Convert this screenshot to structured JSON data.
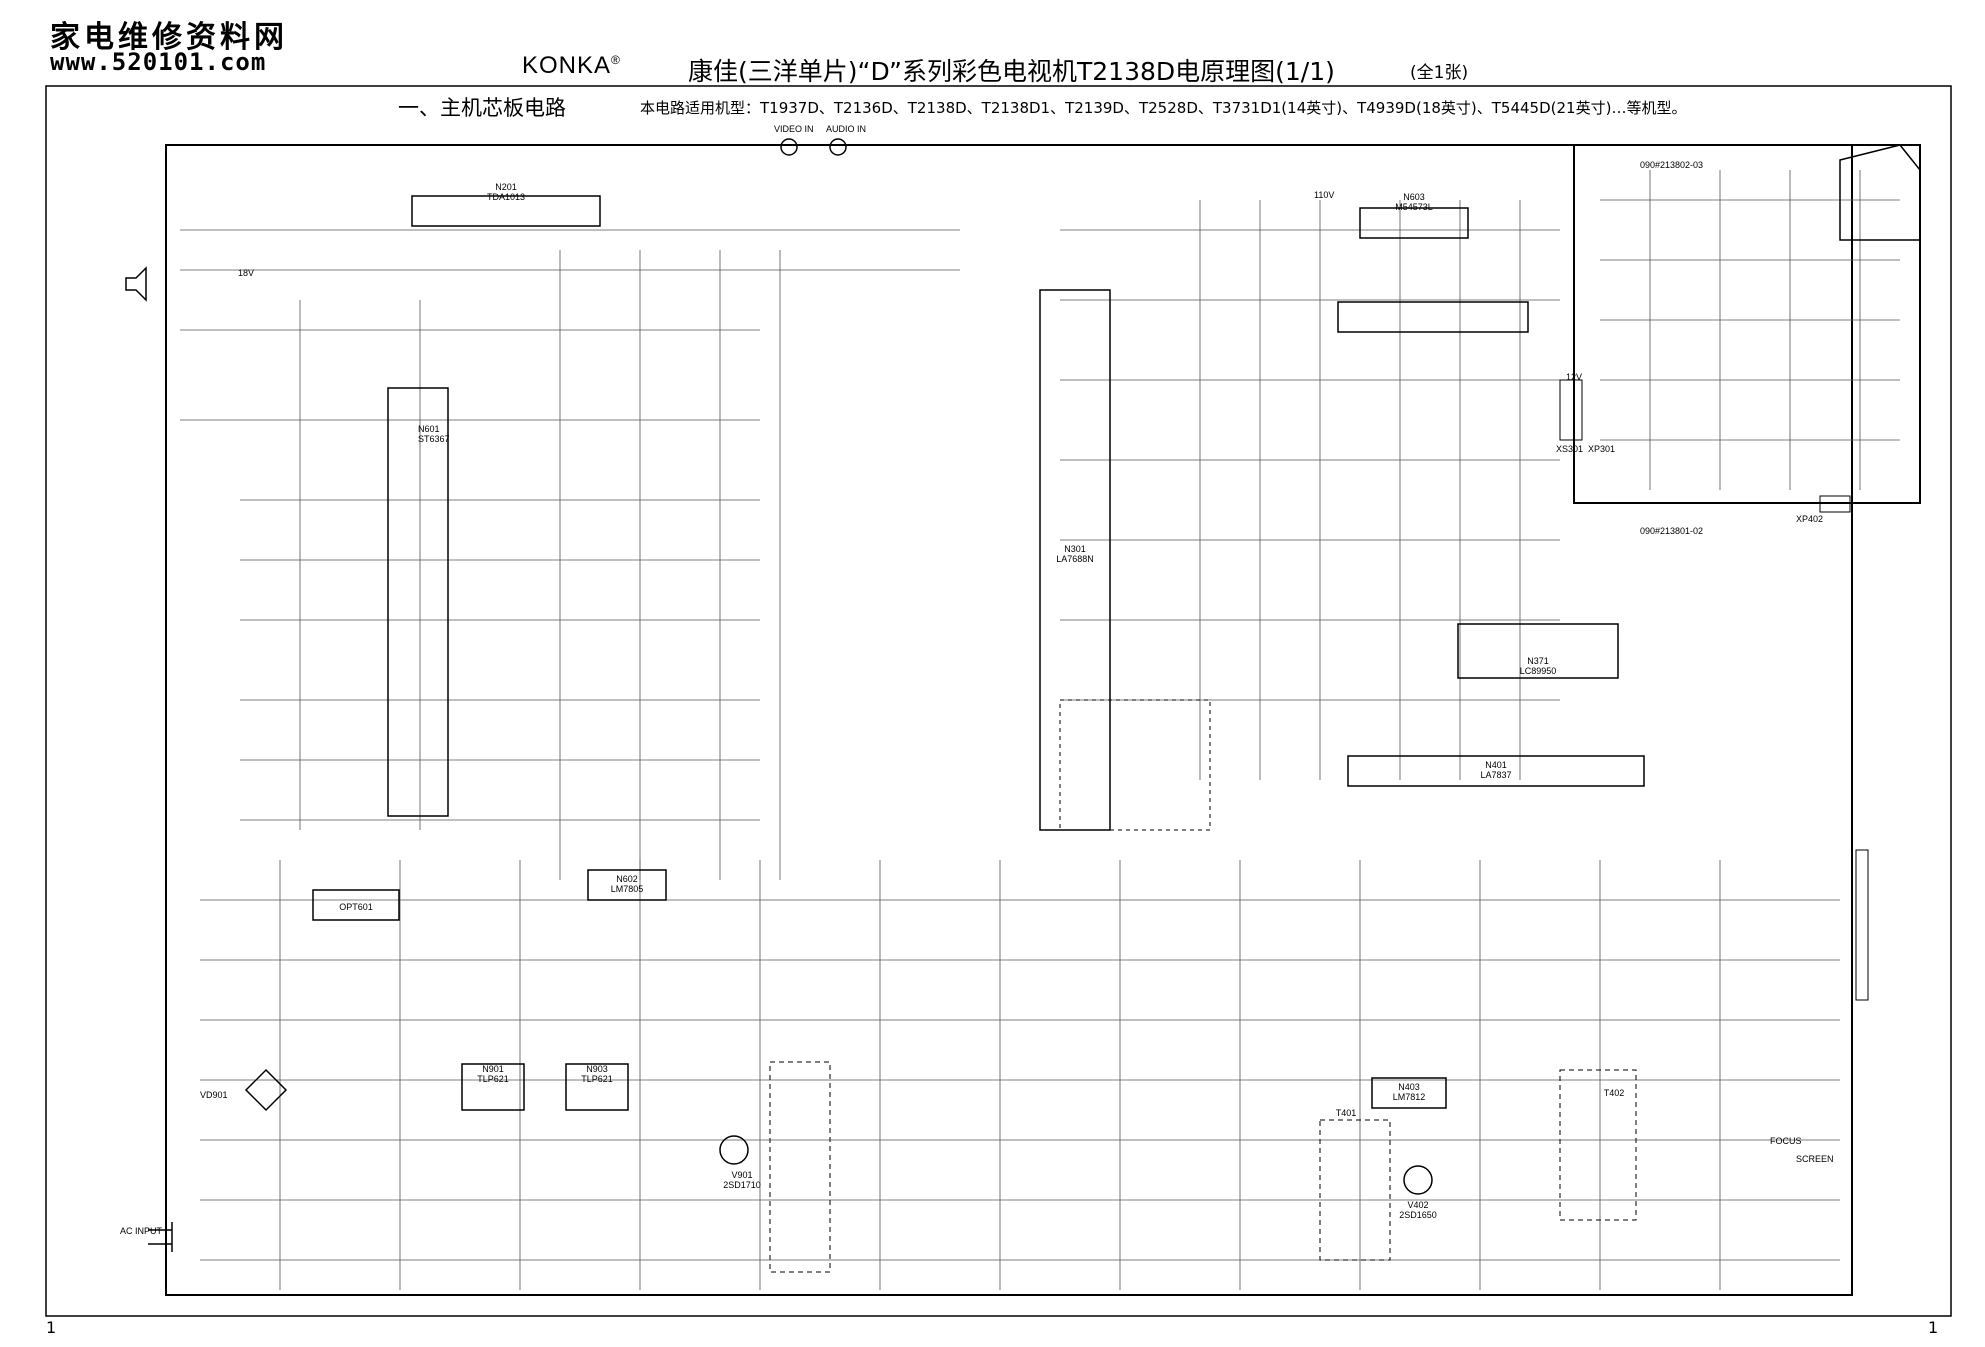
{
  "header": {
    "site_title": "家电维修资料网",
    "site_url": "www.520101.com",
    "brand": "KONKA",
    "brand_mark": "®",
    "main_title": "康佳(三洋单片)“D”系列彩色电视机T2138D电原理图(1/1)",
    "title_note": "(全1张)"
  },
  "section": {
    "title": "一、主机芯板电路",
    "models_note": "本电路适用机型：T1937D、T2136D、T2138D、T2138D1、T2139D、T2528D、T3731D1(14英寸)、T4939D(18英寸)、T5445D(21英寸)…等机型。"
  },
  "footer": {
    "page_left": "1",
    "page_right": "1"
  },
  "components": {
    "n201": {
      "ref": "N201",
      "part": "TDA1013"
    },
    "n601": {
      "ref": "N601",
      "part": "ST6367"
    },
    "n301": {
      "ref": "N301",
      "part": "LA7688N"
    },
    "n603": {
      "ref": "N603",
      "part": "M54573L"
    },
    "n371": {
      "ref": "N371",
      "part": "LC89950"
    },
    "n401": {
      "ref": "N401",
      "part": "LA7837"
    },
    "n602": {
      "ref": "N602",
      "part": "LM7805"
    },
    "n403": {
      "ref": "N403",
      "part": "LM7812"
    },
    "n901": {
      "ref": "N901",
      "part": "TLP621"
    },
    "n903": {
      "ref": "N903",
      "part": "TLP621"
    },
    "t401": {
      "ref": "T401"
    },
    "t402": {
      "ref": "T402"
    },
    "crt_board": {
      "ref": "090#213802-03"
    },
    "ctrl_board": {
      "ref": "090#213801-02"
    },
    "opt601": {
      "ref": "OPT601"
    },
    "v901": {
      "ref": "V901",
      "part": "2SD1710"
    },
    "v402": {
      "ref": "V402",
      "part": "2SD1650"
    },
    "vd901": {
      "ref": "VD901"
    },
    "ac_input": {
      "label": "AC INPUT"
    }
  },
  "connectors": {
    "video_in": "VIDEO IN",
    "audio_in": "AUDIO IN",
    "focus": "FOCUS",
    "screen": "SCREEN",
    "xs301": "XS301",
    "xp301": "XP301",
    "xp402": "XP402",
    "supply_110v": "110V",
    "supply_12v": "12V",
    "supply_18v": "18V"
  }
}
